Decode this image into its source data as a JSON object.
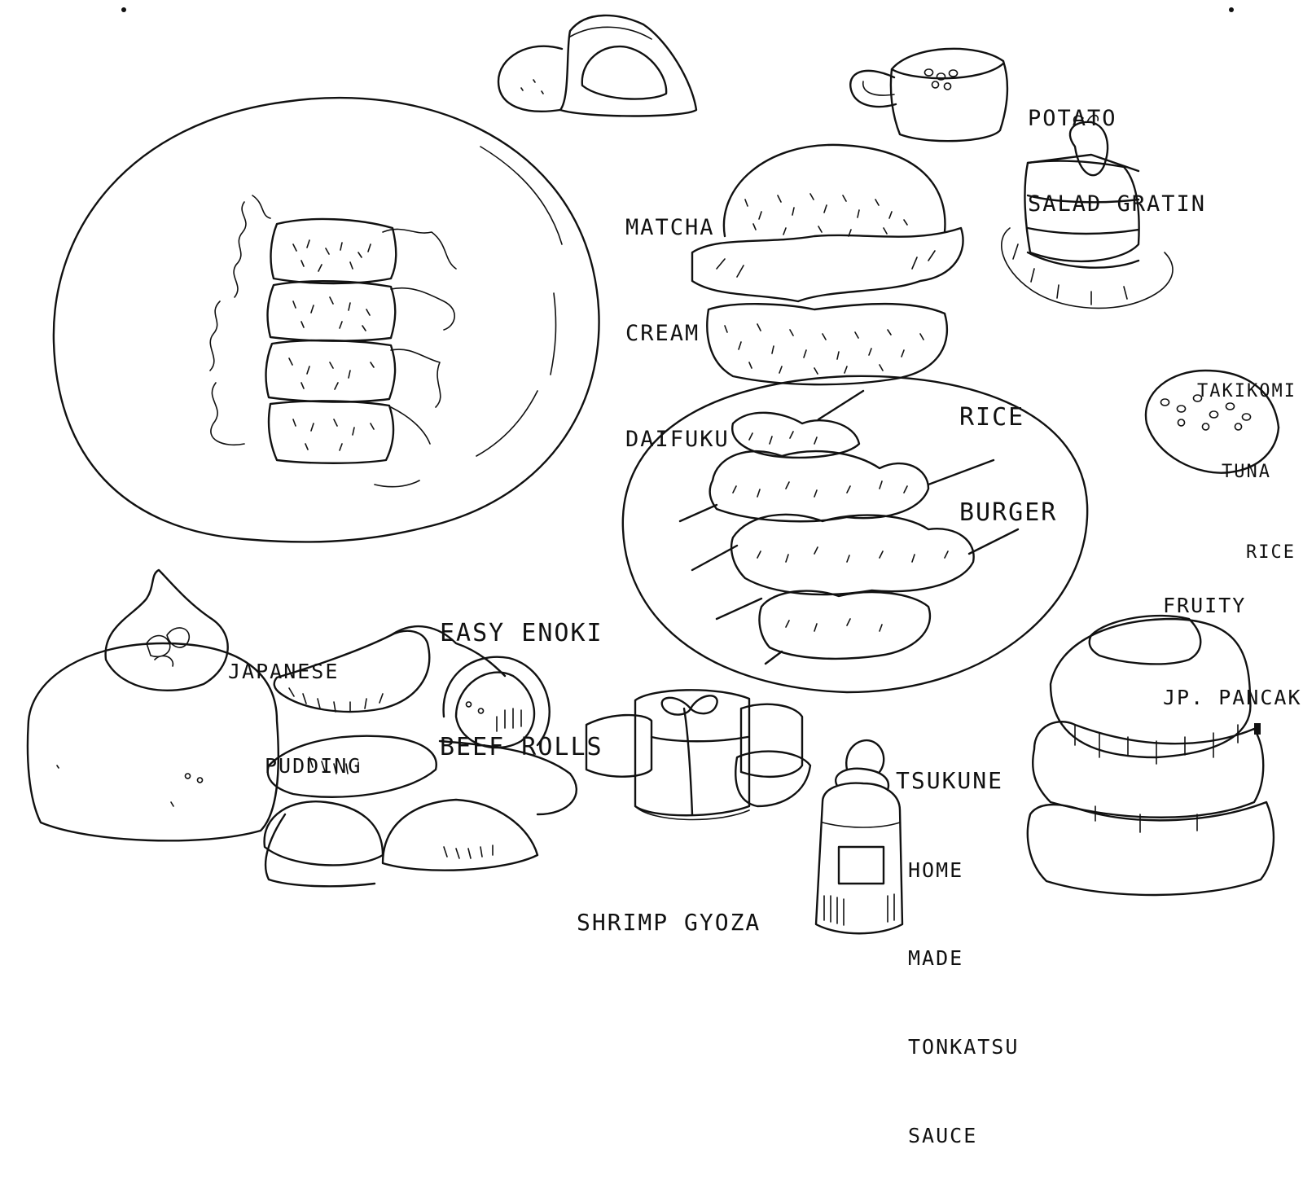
{
  "colors": {
    "ink": "#111111",
    "paper": "#ffffff"
  },
  "labels": {
    "potato": [
      "POTATO",
      "SALAD GRATIN"
    ],
    "matcha": [
      "MATCHA",
      "CREAM",
      "DAIFUKU"
    ],
    "rice_burger": [
      "RICE",
      "BURGER"
    ],
    "takikomi": [
      "TAKIKOMI",
      "TUNA",
      "RICE"
    ],
    "enoki": [
      "EASY ENOKI",
      "BEEF ROLLS"
    ],
    "fruity": [
      "FRUITY",
      "JP. PANCAKE"
    ],
    "pudding": [
      "JAPANESE",
      "PUDDING"
    ],
    "tsukune": [
      "TSUKUNE"
    ],
    "gyoza": [
      "SHRIMP GYOZA"
    ],
    "sauce": [
      "HOME",
      "MADE",
      "TONKATSU",
      "SAUCE"
    ]
  }
}
